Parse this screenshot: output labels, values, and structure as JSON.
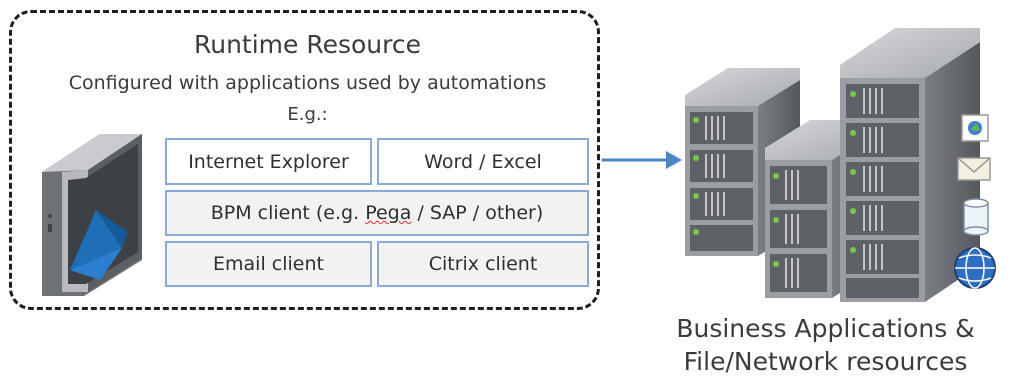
{
  "runtime": {
    "title": "Runtime Resource",
    "subtitle": "Configured with applications used by automations",
    "example_label": "E.g.:"
  },
  "apps": {
    "internet_explorer": "Internet Explorer",
    "word_excel": "Word / Excel",
    "bpm_prefix": "BPM client (e.g. ",
    "bpm_misspelled": "Pega",
    "bpm_suffix": " / SAP / other)",
    "email_client": "Email client",
    "citrix_client": "Citrix client"
  },
  "business": {
    "line1": "Business Applications &",
    "line2": "File/Network resources"
  },
  "colors": {
    "box_border": "#8aa8d8",
    "arrow": "#4a86c8",
    "logo_blue": "#1f6fb8",
    "server_gray": "#8d9096"
  },
  "icons": [
    "runtime-device-icon",
    "server-rack-icon",
    "photo-icon",
    "mail-icon",
    "database-icon",
    "globe-icon"
  ]
}
